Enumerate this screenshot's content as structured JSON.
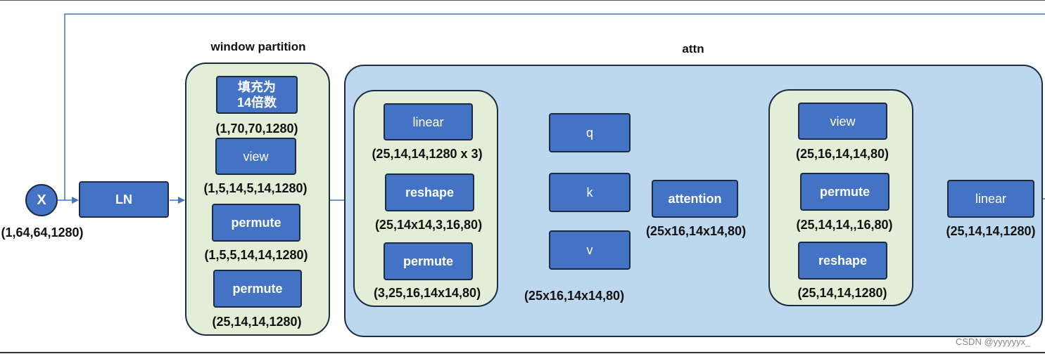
{
  "input": {
    "node": "X",
    "shape": "(1,64,64,1280)"
  },
  "ln": {
    "label": "LN"
  },
  "window_partition": {
    "title": "window partition",
    "steps": [
      {
        "label": "填充为\n14倍数",
        "shape": "(1,70,70,1280)"
      },
      {
        "label": "view",
        "shape": "(1,5,14,5,14,1280)"
      },
      {
        "label": "permute",
        "shape": "(1,5,5,14,14,1280)"
      },
      {
        "label": "permute",
        "shape": "(25,14,14,1280)"
      }
    ]
  },
  "attn": {
    "title": "attn",
    "qkv_group": [
      {
        "label": "linear",
        "shape": "(25,14,14,1280 x 3)"
      },
      {
        "label": "reshape",
        "shape": "(25,14x14,3,16,80)"
      },
      {
        "label": "permute",
        "shape": "(3,25,16,14x14,80)"
      }
    ],
    "qkv": {
      "q": "q",
      "k": "k",
      "v": "v",
      "shape": "(25x16,14x14,80)"
    },
    "attention": {
      "label": "attention",
      "shape": "(25x16,14x14,80)"
    },
    "out_group": [
      {
        "label": "view",
        "shape": "(25,16,14,14,80)"
      },
      {
        "label": "permute",
        "shape": "(25,14,14,,16,80)"
      },
      {
        "label": "reshape",
        "shape": "(25,14,14,1280)"
      }
    ],
    "linear": {
      "label": "linear",
      "shape": "(25,14,14,1280)"
    }
  },
  "colors": {
    "block_fill": "#4472c4",
    "block_border": "#1c2b3f",
    "group_fill": "#e3eed8",
    "attn_fill": "#bdd7ee",
    "wire": "#4472c4"
  },
  "watermark": "CSDN @yyyyyyx_"
}
